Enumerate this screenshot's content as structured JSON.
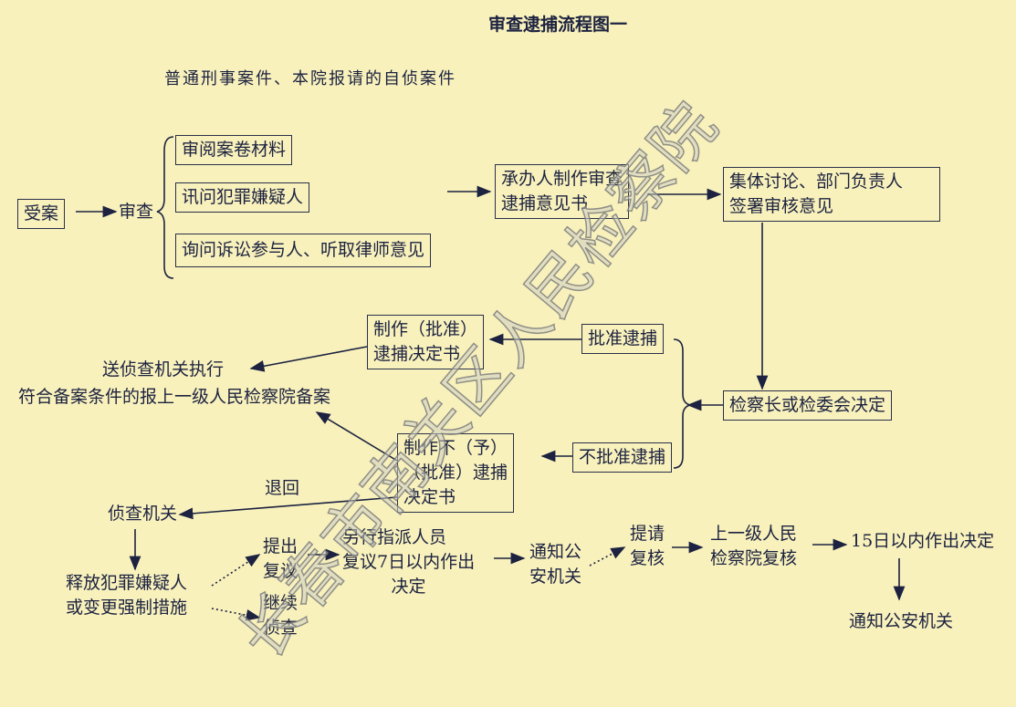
{
  "title": "审查逮捕流程图一",
  "subtitle": "普通刑事案件、本院报请的自侦案件",
  "watermark": "长春市南关区人民检察院",
  "nodes": {
    "accept": "受案",
    "review": "审查",
    "review_items": [
      "审阅案卷材料",
      "讯问犯罪嫌疑人",
      "询问诉讼参与人、听取律师意见"
    ],
    "handler_opinion": [
      "承办人制作审查",
      "逮捕意见书"
    ],
    "collective": [
      "集体讨论、部门负责人",
      "签署审核意见"
    ],
    "chief_decision": "检察长或检委会决定",
    "approve": "批准逮捕",
    "approve_doc": [
      "制作（批准）",
      "逮捕决定书"
    ],
    "send_execute": "送侦查机关执行",
    "file_record": "符合备案条件的报上一级人民检察院备案",
    "disapprove": "不批准逮捕",
    "disapprove_doc": [
      "制作不（予）",
      "（批准）逮捕",
      "决定书"
    ],
    "return_label": "退回",
    "investigation_org": "侦查机关",
    "release": [
      "释放犯罪嫌疑人",
      "或变更强制措施"
    ],
    "reconsider": [
      "提出",
      "复议"
    ],
    "continue": [
      "继续",
      "侦查"
    ],
    "reassign": [
      "另行指派人员",
      "复议7日以内作出",
      "决定"
    ],
    "notify_police": [
      "通知公",
      "安机关"
    ],
    "request_review": [
      "提请",
      "复核"
    ],
    "upper_review": [
      "上一级人民",
      "检察院复核"
    ],
    "decide15": "15日以内作出决定",
    "notify_police_final": "通知公安机关"
  }
}
